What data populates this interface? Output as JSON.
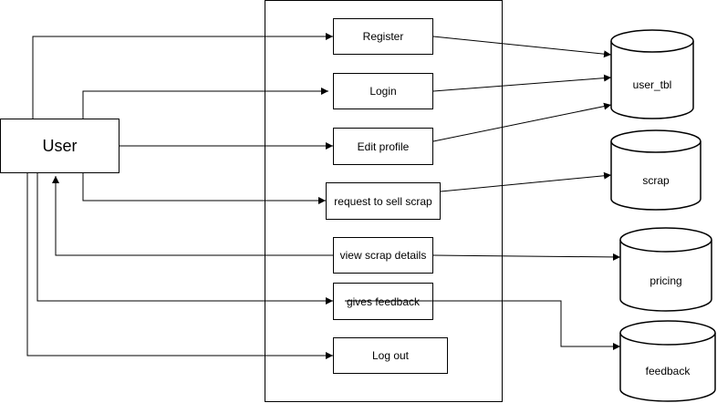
{
  "actor": {
    "label": "User"
  },
  "processes": [
    {
      "id": "register",
      "label": "Register"
    },
    {
      "id": "login",
      "label": "Login"
    },
    {
      "id": "edit_profile",
      "label": "Edit profile"
    },
    {
      "id": "request_sell",
      "label": "request to sell scrap"
    },
    {
      "id": "view_scrap",
      "label": "view scrap details"
    },
    {
      "id": "gives_feedback",
      "label": "gives feedback"
    },
    {
      "id": "logout",
      "label": "Log out"
    }
  ],
  "databases": [
    {
      "id": "user_tbl",
      "label": "user_tbl"
    },
    {
      "id": "scrap",
      "label": "scrap"
    },
    {
      "id": "pricing",
      "label": "pricing"
    },
    {
      "id": "feedback",
      "label": "feedback"
    }
  ],
  "style": {
    "stroke": "#000000",
    "fill": "#ffffff"
  }
}
